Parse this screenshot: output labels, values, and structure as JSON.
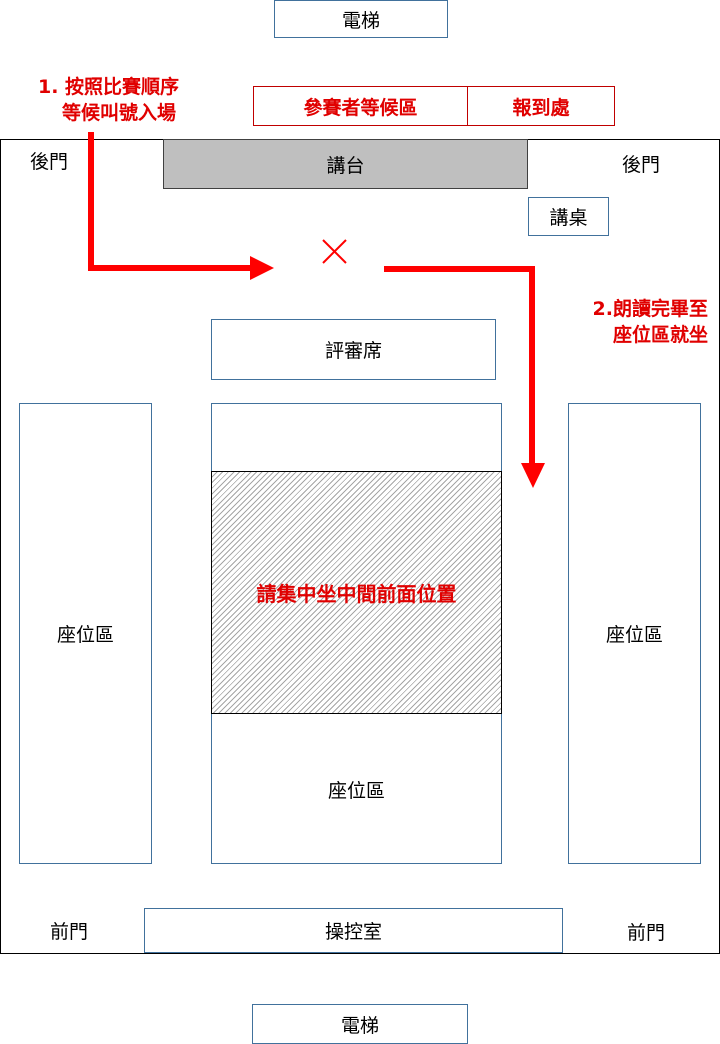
{
  "elevator_top": "電梯",
  "elevator_bottom": "電梯",
  "waiting_area": "參賽者等候區",
  "check_in": "報到處",
  "back_door_left": "後門",
  "back_door_right": "後門",
  "stage": "講台",
  "lectern": "講桌",
  "judges": "評審席",
  "seating_left": "座位區",
  "seating_center": "座位區",
  "seating_right": "座位區",
  "center_note": "請集中坐中間前面位置",
  "front_door_left": "前門",
  "front_door_right": "前門",
  "control_room": "操控室",
  "step1_line1": "1. 按照比賽順序",
  "step1_line2": "等候叫號入場",
  "step2_line1": "2.朗讀完畢至",
  "step2_line2": "座位區就坐",
  "colors": {
    "arrow": "#ff0000",
    "box_border": "#41719c",
    "stage_fill": "#bfbfbf"
  }
}
